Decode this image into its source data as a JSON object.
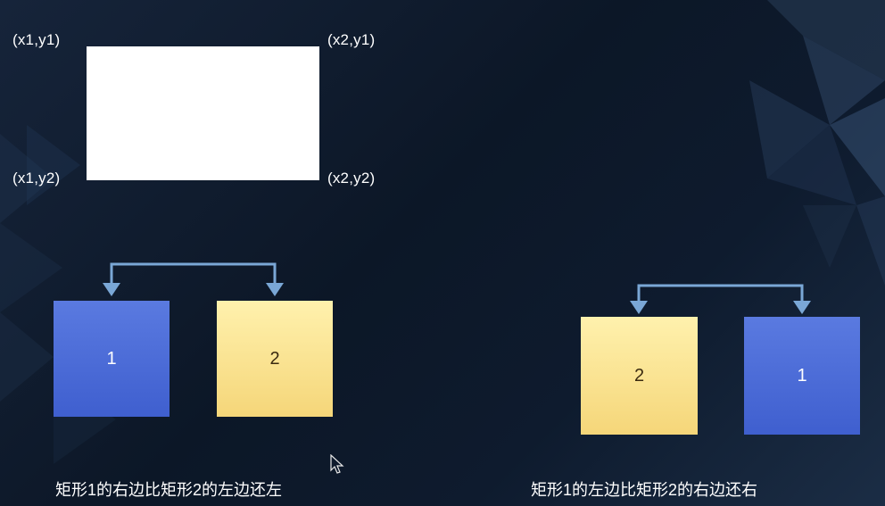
{
  "coordinates": {
    "top_left": "(x1,y1)",
    "top_right": "(x2,y1)",
    "bottom_left": "(x1,y2)",
    "bottom_right": "(x2,y2)"
  },
  "case1": {
    "box_left_label": "1",
    "box_right_label": "2",
    "caption": "矩形1的右边比矩形2的左边还左"
  },
  "case2": {
    "box_left_label": "2",
    "box_right_label": "1",
    "caption": "矩形1的左边比矩形2的右边还右"
  },
  "colors": {
    "rect1_blue": "#4a6bd8",
    "rect2_yellow": "#f9e08e",
    "arrow": "#7aa7d6",
    "background": "#0f1b2d"
  }
}
